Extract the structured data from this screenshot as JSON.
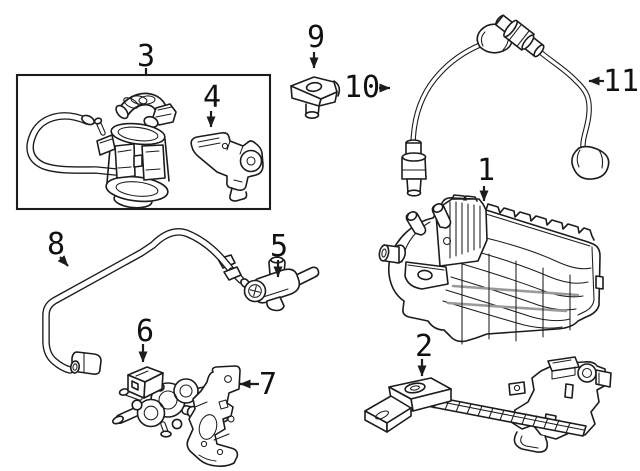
{
  "diagram": {
    "background_color": "#ffffff",
    "line_color": "#1c1c1c",
    "shade_color": "#9a9a9a",
    "callouts": {
      "canister": "1",
      "canister_bracket": "2",
      "valve_hose_assembly": "3",
      "valve_bracket": "4",
      "check_valve": "5",
      "purge_valve": "6",
      "purge_valve_bracket": "7",
      "vent_hose": "8",
      "clip": "9",
      "oxygen_sensor_front": "10",
      "oxygen_sensor_rear": "11"
    }
  }
}
